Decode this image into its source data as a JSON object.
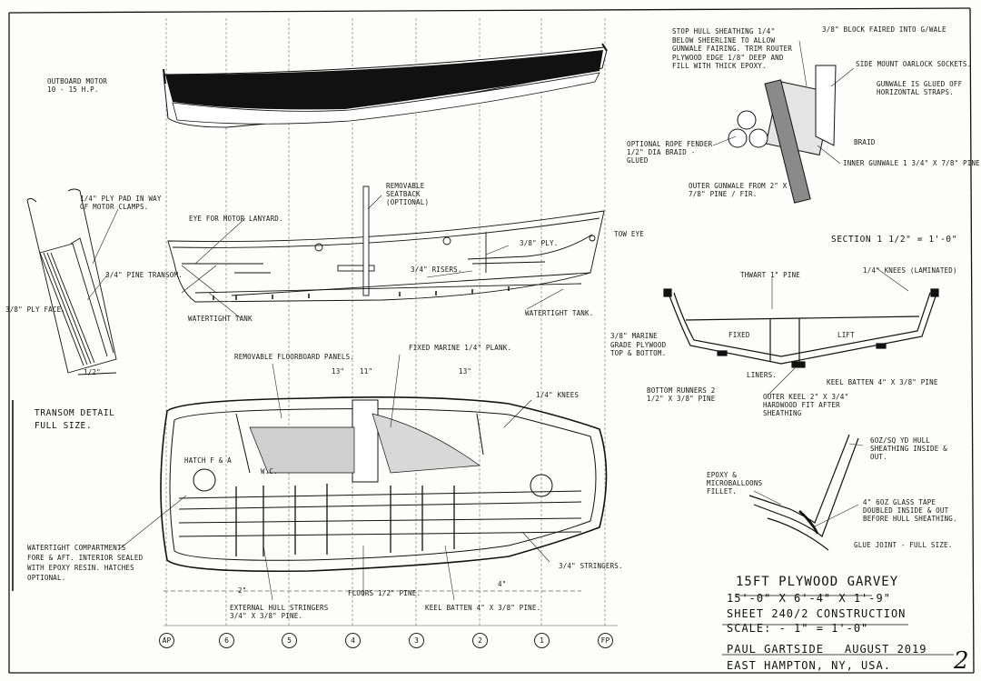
{
  "drawing": {
    "page_number": "2",
    "views": {
      "profile_top": {
        "label": "OUTBOARD MOTOR\n10 - 15 H.P."
      },
      "profile_section": {
        "labels": {
          "ply_pad": "1/4\" PLY PAD IN WAY OF MOTOR CLAMPS.",
          "eye_motor": "EYE FOR MOTOR LANYARD.",
          "removable_seatback": "REMOVABLE SEATBACK (OPTIONAL)",
          "tow_eye": "TOW EYE",
          "ply_38": "3/8\" PLY.",
          "risers": "3/4\" RISERS.",
          "transom": "3/4\" PINE TRANSOM.",
          "watertight_aft": "WATERTIGHT TANK",
          "watertight_fwd": "WATERTIGHT TANK."
        }
      },
      "transom_detail": {
        "ply_face": "3/8\" PLY FACE.",
        "dim": "1/2\"",
        "title": "TRANSOM DETAIL\nFULL SIZE."
      },
      "plan_view": {
        "labels": {
          "floorboard": "REMOVABLE FLOORBOARD PANELS.",
          "fixed_marine": "FIXED MARINE 1/4\" PLANK.",
          "dim_a": "13\"",
          "dim_b": "11\"",
          "dim_c": "13\"",
          "knees": "1/4\" KNEES",
          "hatch": "HATCH F & A",
          "w_c": "W.C.",
          "watertight_compartments": "WATERTIGHT COMPARTMENTS FORE & AFT. INTERIOR SEALED WITH EPOXY RESIN. HATCHES OPTIONAL.",
          "stringers_int": "3/4\" STRINGERS.",
          "ext_stringers": "EXTERNAL HULL STRINGERS 3/4\" x 3/8\" PINE.",
          "floors": "FLOORS 1/2\" PINE.",
          "keel_batten": "KEEL BATTEN 4\" x 3/8\" PINE.",
          "dim_d": "2\"",
          "dim_e": "4\""
        },
        "stations": [
          "AP",
          "6",
          "5",
          "4",
          "3",
          "2",
          "1",
          "FP"
        ]
      },
      "gunwale_section": {
        "labels": {
          "stop_hull": "STOP HULL SHEATHING 1/4\" BELOW SHEERLINE TO ALLOW GUNWALE FAIRING. TRIM ROUTER PLYWOOD EDGE 1/8\" DEEP AND FILL WITH THICK EPOXY.",
          "block": "3/8\" BLOCK FAIRED INTO G/WALE",
          "oarlock": "SIDE MOUNT OARLOCK SOCKETS.",
          "gunwale_glued": "GUNWALE IS GLUED OFF HORIZONTAL STRAPS.",
          "rope_fender": "OPTIONAL ROPE FENDER 1/2\" DIA BRAID - GLUED",
          "braid": "BRAID",
          "inner_gunwale": "INNER GUNWALE 1 3/4\" x 7/8\" PINE",
          "outer_gunwale": "OUTER GUNWALE FROM 2\" x 7/8\" PINE / FIR."
        }
      },
      "midship_section": {
        "title": "SECTION 1 1/2\" = 1'-0\"",
        "labels": {
          "thwart": "THWART 1\" PINE",
          "knees": "1/4\" KNEES (LAMINATED)",
          "fixed": "FIXED",
          "lift": "LIFT",
          "marine_grade": "3/8\" MARINE GRADE PLYWOOD TOP & BOTTOM.",
          "liners": "LINERS.",
          "keel_batten": "KEEL BATTEN 4\" x 3/8\" PINE",
          "bottom_runners": "BOTTOM RUNNERS 2 1/2\" x 3/8\" PINE",
          "outer_keel": "OUTER KEEL 2\" x 3/4\" HARDWOOD FIT AFTER SHEATHING"
        }
      },
      "chine_detail": {
        "labels": {
          "sheathing": "6oz/sq yd HULL SHEATHING INSIDE & OUT.",
          "epoxy_fillet": "EPOXY & MICROBALLOONS FILLET.",
          "glass_tape": "4\" 6oz GLASS TAPE DOUBLED INSIDE & OUT BEFORE HULL SHEATHING.",
          "glue_joint": "GLUE JOINT - FULL SIZE."
        }
      }
    },
    "title_block": {
      "line1": "15FT PLYWOOD GARVEY",
      "line2": "15'-0\" x 6'-4\" x 1'-9\"",
      "line3": "SHEET 240/2 CONSTRUCTION",
      "line4": "SCALE: - 1\" = 1'-0\"",
      "designer": "PAUL GARTSIDE",
      "date": "AUGUST 2019",
      "location": "EAST HAMPTON, NY, USA."
    }
  }
}
